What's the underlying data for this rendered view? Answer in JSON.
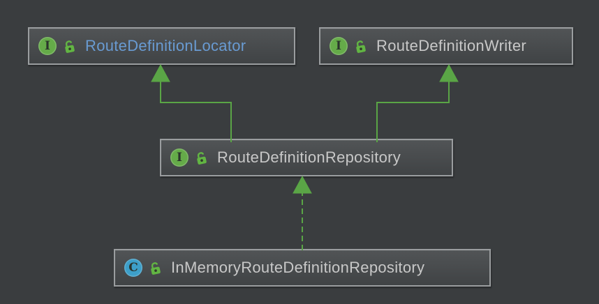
{
  "diagram": {
    "kind": "uml-class-diagram",
    "theme": "darcula"
  },
  "colors": {
    "canvas_bg": "#3A3D3F",
    "node_fill_top": "#515456",
    "node_fill_bottom": "#404345",
    "node_border": "#9A9D9F",
    "edge_green": "#5AA546",
    "interface_icon_bg": "#65AB49",
    "class_icon_bg": "#3D9FC9",
    "icon_letter_color": "#2B342C",
    "lock_green": "#62B543",
    "label_blue": "#699BD2",
    "label_gray": "#C8C8C8"
  },
  "nodes": [
    {
      "id": "route-definition-locator",
      "kind": "interface",
      "icon_letter": "I",
      "visibility": "public",
      "label": "RouteDefinitionLocator",
      "label_color": "#699BD2"
    },
    {
      "id": "route-definition-writer",
      "kind": "interface",
      "icon_letter": "I",
      "visibility": "public",
      "label": "RouteDefinitionWriter",
      "label_color": "#C8C8C8"
    },
    {
      "id": "route-definition-repository",
      "kind": "interface",
      "icon_letter": "I",
      "visibility": "public",
      "label": "RouteDefinitionRepository",
      "label_color": "#C8C8C8"
    },
    {
      "id": "in-memory-route-definition-repository",
      "kind": "class",
      "icon_letter": "C",
      "visibility": "public",
      "label": "InMemoryRouteDefinitionRepository",
      "label_color": "#C8C8C8"
    }
  ],
  "edges": [
    {
      "from": "RouteDefinitionRepository",
      "to": "RouteDefinitionLocator",
      "relation": "extends",
      "line_style": "solid",
      "arrowhead": "filled-triangle"
    },
    {
      "from": "RouteDefinitionRepository",
      "to": "RouteDefinitionWriter",
      "relation": "extends",
      "line_style": "solid",
      "arrowhead": "filled-triangle"
    },
    {
      "from": "InMemoryRouteDefinitionRepository",
      "to": "RouteDefinitionRepository",
      "relation": "implements",
      "line_style": "dashed",
      "arrowhead": "filled-triangle"
    }
  ]
}
